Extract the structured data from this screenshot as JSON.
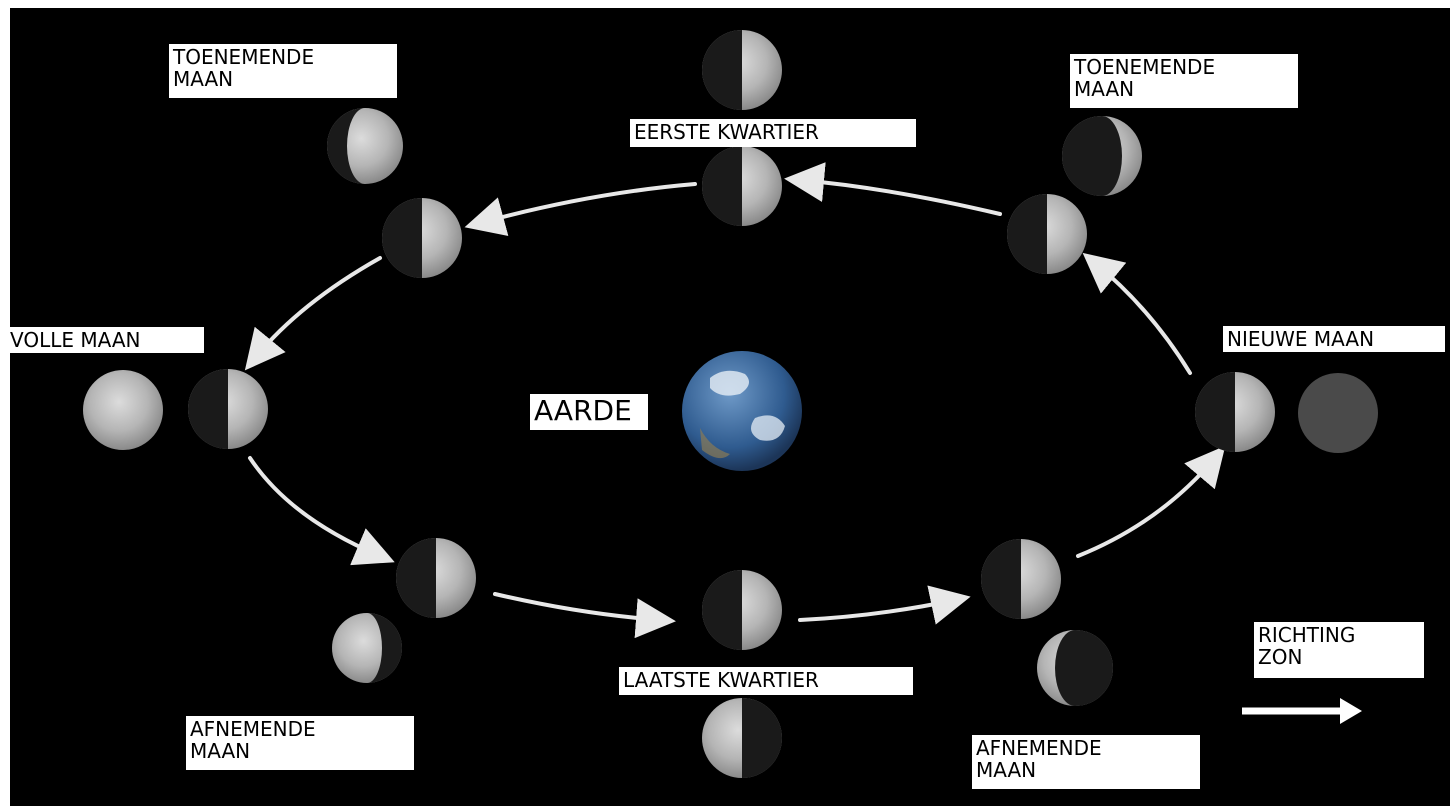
{
  "labels": {
    "toenemende_left": "TOENEMENDE\nMAAN",
    "toenemende_right": "TOENEMENDE\nMAAN",
    "eerste_kwartier": "EERSTE KWARTIER",
    "volle_maan": "VOLLE MAAN",
    "nieuwe_maan": "NIEUWE MAAN",
    "aarde": "AARDE",
    "laatste_kwartier": "LAATSTE KWARTIER",
    "afnemende_left": "AFNEMENDE\nMAAN",
    "afnemende_right": "AFNEMENDE\nMAAN",
    "richting_zon": "RICHTING\nZON"
  },
  "colors": {
    "background": "#000000",
    "label_bg": "#ffffff",
    "arrow": "#e8e8e8",
    "moon_lit": "#c9c9c9",
    "moon_dark": "#1a1a1a",
    "earth_ocean": "#3b6aa0",
    "earth_cloud": "#e6eef5"
  },
  "icons": {
    "orbit_arrows": "orbit-arrow-icon",
    "sun_direction": "arrow-right-icon",
    "moon": "moon-phase-icon",
    "earth": "earth-icon"
  }
}
